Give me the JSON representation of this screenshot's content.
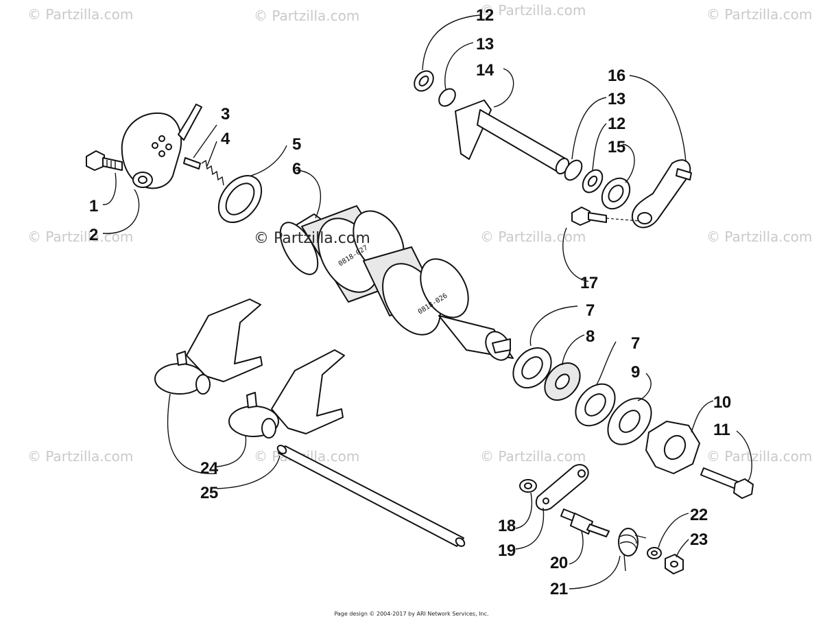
{
  "watermark": {
    "text": "© Partzilla.com",
    "featured_text": "© Partzilla.com"
  },
  "part_markings": [
    "0818-027",
    "0818-026"
  ],
  "callouts": [
    "1",
    "2",
    "3",
    "4",
    "5",
    "6",
    "7",
    "8",
    "7",
    "9",
    "10",
    "11",
    "12",
    "13",
    "14",
    "16",
    "13",
    "12",
    "15",
    "17",
    "18",
    "19",
    "20",
    "21",
    "22",
    "23",
    "24",
    "25"
  ],
  "footer": {
    "text": "Page design © 2004-2017 by ARI Network Services, Inc."
  },
  "colors": {
    "line": "#111111",
    "watermark": "#c9c9c9",
    "background": "#ffffff"
  }
}
